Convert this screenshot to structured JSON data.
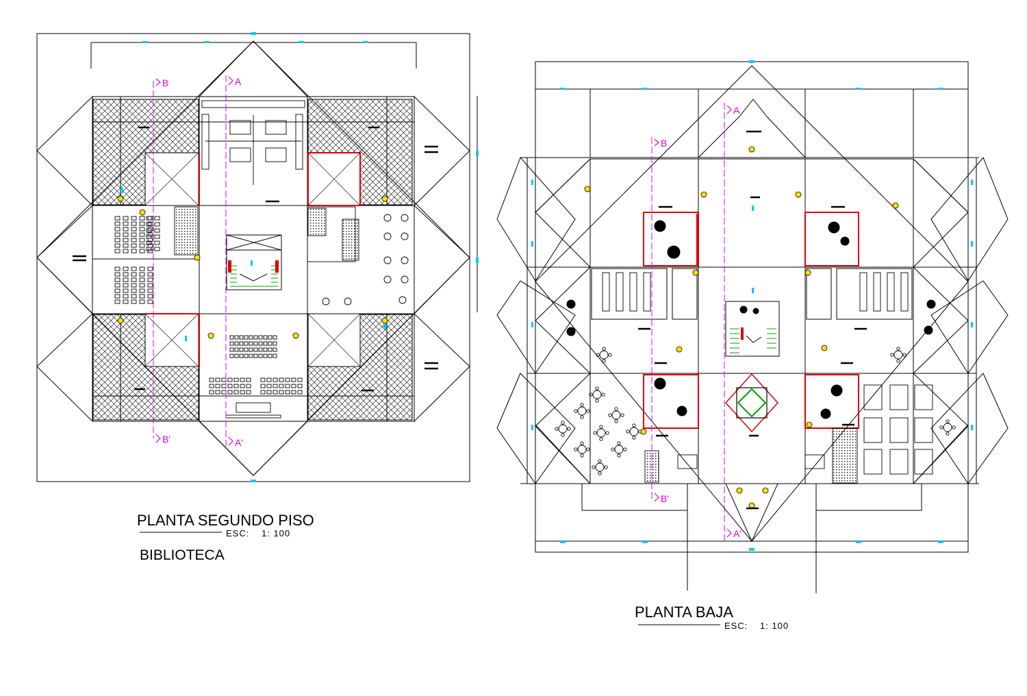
{
  "drawing": {
    "colors": {
      "line": "#000000",
      "wall_red": "#e00000",
      "section_magenta": "#e000e0",
      "dimension_cyan": "#00c8ff",
      "stair_green": "#00a000"
    }
  },
  "upper_plan": {
    "title": "PLANTA SEGUNDO  PISO",
    "scale_label": "ESC:",
    "scale_value": "1:  100",
    "subtitle": "BIBLIOTECA",
    "section_marks": {
      "a": "A",
      "b": "B",
      "a_prime": "A'",
      "b_prime": "B'"
    }
  },
  "ground_plan": {
    "title": "PLANTA  BAJA",
    "scale_label": "ESC:",
    "scale_value": "1:  100",
    "section_marks": {
      "a": "A",
      "b": "B",
      "a_prime": "A'",
      "b_prime": "B'"
    }
  }
}
